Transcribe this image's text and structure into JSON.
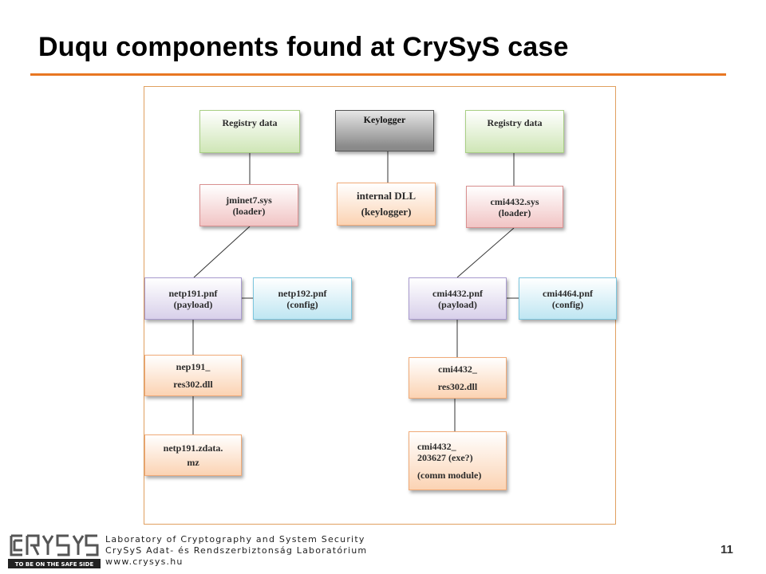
{
  "slide": {
    "title": "Duqu components found at CrySyS case",
    "page_number": "11",
    "accent_color": "#e87722"
  },
  "diagram": {
    "nodes": {
      "registry_left": {
        "lines": [
          "Registry data"
        ]
      },
      "keylogger": {
        "lines": [
          "Keylogger"
        ]
      },
      "registry_right": {
        "lines": [
          "Registry data"
        ]
      },
      "jminet7": {
        "lines": [
          "jminet7.sys",
          "(loader)"
        ]
      },
      "internal_dll": {
        "lines": [
          "internal DLL",
          "(keylogger)"
        ]
      },
      "cmi4432_sys": {
        "lines": [
          "cmi4432.sys",
          "(loader)"
        ]
      },
      "netp191_pnf": {
        "lines": [
          "netp191.pnf",
          "(payload)"
        ]
      },
      "netp192_pnf": {
        "lines": [
          "netp192.pnf",
          "(config)"
        ]
      },
      "cmi4432_pnf": {
        "lines": [
          "cmi4432.pnf",
          "(payload)"
        ]
      },
      "cmi4464_pnf": {
        "lines": [
          "cmi4464.pnf",
          "(config)"
        ]
      },
      "nep191_res": {
        "lines": [
          "nep191_",
          "res302.dll"
        ]
      },
      "cmi4432_res": {
        "lines": [
          "cmi4432_",
          "res302.dll"
        ]
      },
      "netp191_zdata": {
        "lines": [
          "netp191.zdata.",
          "mz"
        ]
      },
      "cmi4432_203627": {
        "lines": [
          "cmi4432_",
          "203627 (exe?)",
          "(comm module)"
        ]
      }
    }
  },
  "footer": {
    "logo_text": "CRYSYS",
    "logo_tagline": "TO BE ON THE SAFE SIDE",
    "line1": "Laboratory of Cryptography and System Security",
    "line2": "CrySyS Adat- és Rendszerbiztonság Laboratórium",
    "line3": "www.crysys.hu"
  }
}
